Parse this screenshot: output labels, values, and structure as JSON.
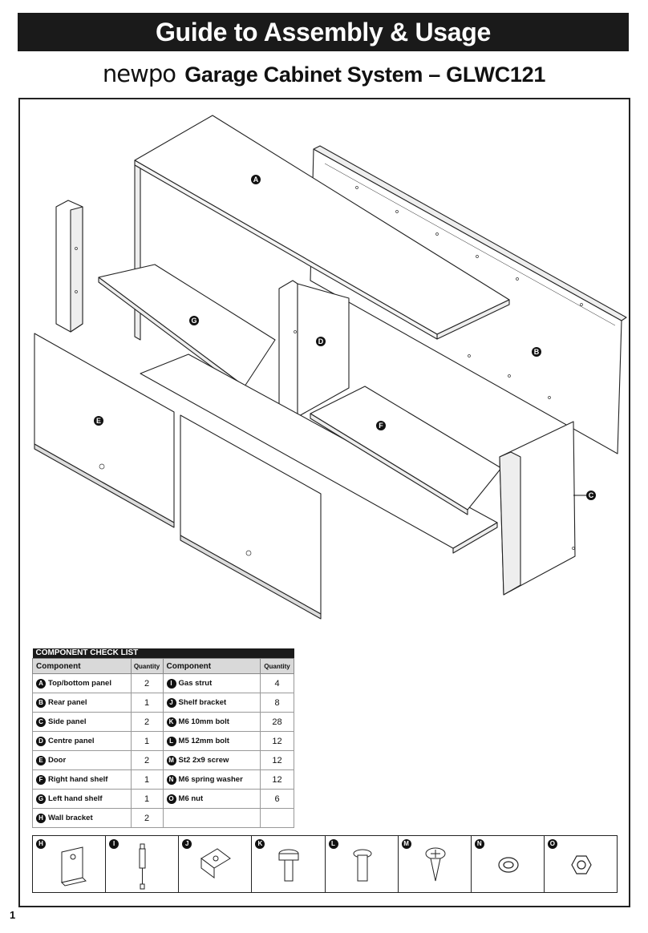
{
  "header": {
    "title": "Guide to Assembly & Usage",
    "brand": "newpo",
    "subtitle": "Garage Cabinet System – GLWC121"
  },
  "diagram_labels": [
    "A",
    "B",
    "C",
    "D",
    "E",
    "F",
    "G"
  ],
  "checklist": {
    "title": "COMPONENT CHECK LIST",
    "col_component": "Component",
    "col_quantity": "Quantity",
    "rows": [
      {
        "left": {
          "id": "A",
          "name": "Top/bottom panel",
          "qty": "2"
        },
        "right": {
          "id": "I",
          "name": "Gas strut",
          "qty": "4"
        }
      },
      {
        "left": {
          "id": "B",
          "name": "Rear panel",
          "qty": "1"
        },
        "right": {
          "id": "J",
          "name": "Shelf bracket",
          "qty": "8"
        }
      },
      {
        "left": {
          "id": "C",
          "name": "Side panel",
          "qty": "2"
        },
        "right": {
          "id": "K",
          "name": "M6 10mm bolt",
          "qty": "28"
        }
      },
      {
        "left": {
          "id": "D",
          "name": "Centre panel",
          "qty": "1"
        },
        "right": {
          "id": "L",
          "name": "M5 12mm bolt",
          "qty": "12"
        }
      },
      {
        "left": {
          "id": "E",
          "name": "Door",
          "qty": "2"
        },
        "right": {
          "id": "M",
          "name": "St2 2x9 screw",
          "qty": "12"
        }
      },
      {
        "left": {
          "id": "F",
          "name": "Right hand shelf",
          "qty": "1"
        },
        "right": {
          "id": "N",
          "name": "M6 spring washer",
          "qty": "12"
        }
      },
      {
        "left": {
          "id": "G",
          "name": "Left hand shelf",
          "qty": "1"
        },
        "right": {
          "id": "O",
          "name": "M6 nut",
          "qty": "6"
        }
      },
      {
        "left": {
          "id": "H",
          "name": "Wall bracket",
          "qty": "2"
        },
        "right": {
          "id": "",
          "name": "",
          "qty": ""
        }
      }
    ]
  },
  "hardware": [
    {
      "id": "H",
      "icon": "wall-bracket-icon"
    },
    {
      "id": "I",
      "icon": "gas-strut-icon"
    },
    {
      "id": "J",
      "icon": "shelf-bracket-icon"
    },
    {
      "id": "K",
      "icon": "bolt-icon"
    },
    {
      "id": "L",
      "icon": "bolt-icon"
    },
    {
      "id": "M",
      "icon": "screw-icon"
    },
    {
      "id": "N",
      "icon": "spring-washer-icon"
    },
    {
      "id": "O",
      "icon": "nut-icon"
    }
  ],
  "page_number": "1"
}
